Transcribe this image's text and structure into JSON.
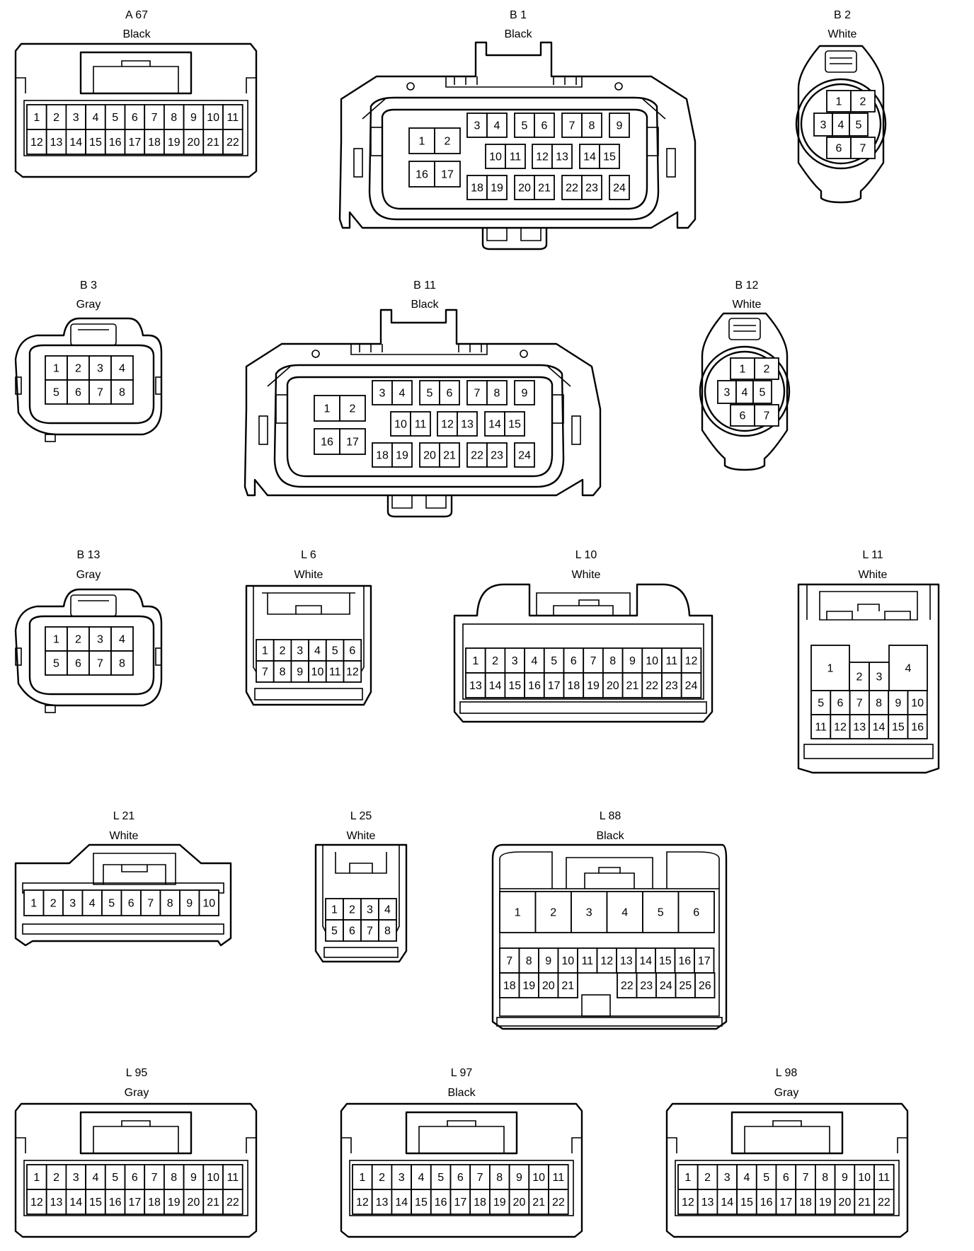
{
  "connectors": [
    {
      "id": "A67",
      "name": "A 67",
      "color": "Black"
    },
    {
      "id": "B1",
      "name": "B 1",
      "color": "Black"
    },
    {
      "id": "B2",
      "name": "B 2",
      "color": "White"
    },
    {
      "id": "B3",
      "name": "B 3",
      "color": "Gray"
    },
    {
      "id": "B11",
      "name": "B 11",
      "color": "Black"
    },
    {
      "id": "B12",
      "name": "B 12",
      "color": "White"
    },
    {
      "id": "B13",
      "name": "B 13",
      "color": "Gray"
    },
    {
      "id": "L6",
      "name": "L 6",
      "color": "White"
    },
    {
      "id": "L10",
      "name": "L 10",
      "color": "White"
    },
    {
      "id": "L11",
      "name": "L 11",
      "color": "White"
    },
    {
      "id": "L21",
      "name": "L 21",
      "color": "White"
    },
    {
      "id": "L25",
      "name": "L 25",
      "color": "White"
    },
    {
      "id": "L88",
      "name": "L 88",
      "color": "Black"
    },
    {
      "id": "L95",
      "name": "L 95",
      "color": "Gray"
    },
    {
      "id": "L97",
      "name": "L 97",
      "color": "Black"
    },
    {
      "id": "L98",
      "name": "L 98",
      "color": "Gray"
    }
  ]
}
